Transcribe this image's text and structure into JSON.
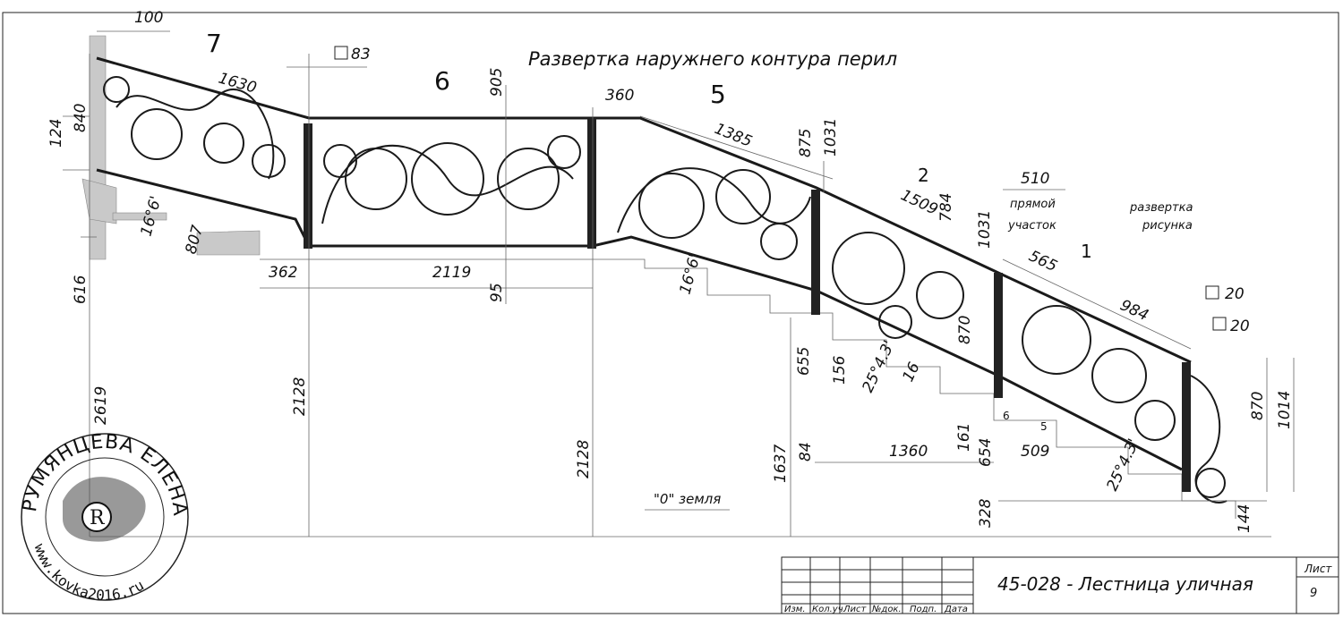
{
  "drawing": {
    "title": "Развертка наружнего контура перил",
    "sections": [
      "7",
      "6",
      "5",
      "2",
      "1"
    ],
    "notes": {
      "straight_a": "прямой",
      "straight_b": "участок",
      "pattern_a": "развертка",
      "pattern_b": "рисунка",
      "ground": "\"0\" земля"
    },
    "dims": {
      "d100": "100",
      "d83": "83",
      "d1630": "1630",
      "d905": "905",
      "d360": "360",
      "d1385": "1385",
      "d875": "875",
      "d1031a": "1031",
      "d1509": "1509",
      "d784": "784",
      "d510": "510",
      "d1031b": "1031",
      "d565": "565",
      "d984": "984",
      "d20a": "20",
      "d20b": "20",
      "d840": "840",
      "d124": "124",
      "d16a": "16°6'",
      "d807": "807",
      "d616": "616",
      "d362": "362",
      "d2119": "2119",
      "d95": "95",
      "d16b": "16°6'",
      "d655": "655",
      "d156": "156",
      "d2543a": "25°4.3'",
      "d16": "16",
      "d870a": "870",
      "d2619": "2619",
      "d2128a": "2128",
      "d2128b": "2128",
      "d1637": "1637",
      "d84": "84",
      "d1360": "1360",
      "d161": "161",
      "d654": "654",
      "d509": "509",
      "d6": "6",
      "d5": "5",
      "d2543b": "25°4.3'",
      "d870b": "870",
      "d1014": "1014",
      "d328": "328",
      "d144": "144"
    }
  },
  "title_block": {
    "columns": [
      "Изм.",
      "Кол.уч.",
      "Лист",
      "№док.",
      "Подп.",
      "Дата"
    ],
    "document": "45-028 - Лестница уличная",
    "sheet_label": "Лист",
    "sheet_number": "9"
  },
  "stamp": {
    "name": "РУМЯНЦЕВА ЕЛЕНА",
    "url": "www.kovka2016.ru"
  }
}
